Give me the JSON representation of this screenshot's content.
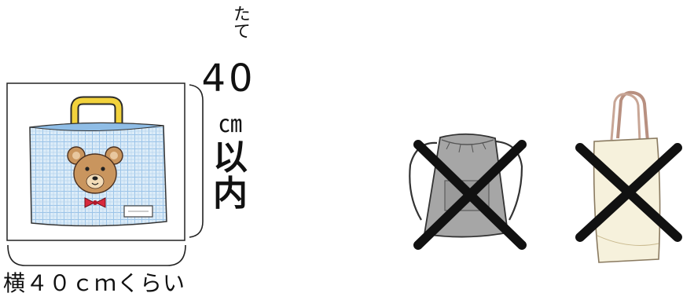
{
  "height_label": {
    "tate": "たて",
    "value": "40",
    "unit": "㎝",
    "suffix_1": "以",
    "suffix_2": "内"
  },
  "width_label": "横４０ｃｍくらい",
  "icons": {
    "allowed_bag": "lesson-bag-with-bear-icon",
    "not_allowed_1": "drawstring-backpack-icon",
    "not_allowed_2": "tote-bag-icon",
    "cross_mark": "cross-mark-icon"
  },
  "colors": {
    "bag_body": "#dcecf8",
    "bag_grid": "#9cc4e8",
    "handle": "#f2d23c",
    "bear": "#c9955e",
    "bow": "#d8283c",
    "backpack": "#a6a6a6",
    "tote": "#f6f1dc",
    "tote_handle": "#b89080",
    "cross": "#111111"
  }
}
